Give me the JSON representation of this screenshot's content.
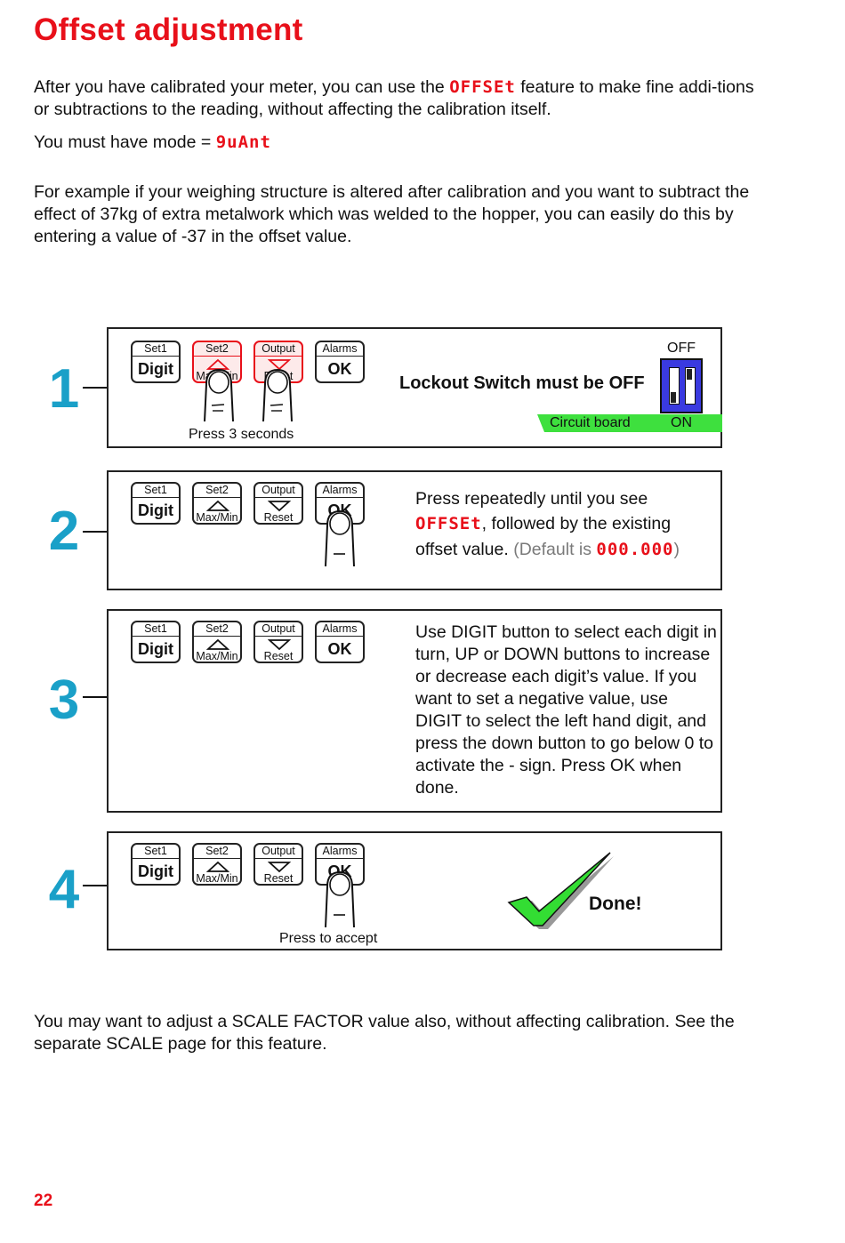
{
  "page": {
    "title": "Offset  adjustment",
    "number": "22"
  },
  "intro": {
    "p1_before": "After you have calibrated your meter, you can use the ",
    "p1_seg": "OFFSEt",
    "p1_after": " feature to make fine addi-tions or subtractions to the reading, without affecting the calibration itself.",
    "p2_before": "You must have mode = ",
    "p2_seg": "9uAnt",
    "p3": "For example if your weighing structure is altered after calibration and you want to subtract the effect of 37kg of extra metalwork which was welded to the hopper, you can easily do this by entering a value of -37 in the offset value."
  },
  "buttons": {
    "digit": {
      "top": "Set1",
      "main": "Digit"
    },
    "up": {
      "top": "Set2",
      "sub": "Max/Min"
    },
    "down": {
      "top": "Output",
      "sub": "Reset"
    },
    "ok": {
      "top": "Alarms",
      "main": "OK"
    }
  },
  "steps": [
    {
      "number": "1",
      "caption": "Press 3 seconds",
      "lockout_text": "Lockout Switch must be OFF",
      "switch_off_label": "OFF",
      "switch_on_label": "ON",
      "circuit_board_label": "Circuit board",
      "colors": {
        "switch": "#3a3ae0",
        "board": "#3ee03e",
        "highlight": "#e8101a"
      }
    },
    {
      "number": "2",
      "text_line1": "Press repeatedly until you see",
      "seg_offset": "OFFSEt",
      "text_line2": ", followed by the existing",
      "text_line3": "offset value. ",
      "default_before": "(Default is ",
      "seg_default": "000.000",
      "default_after": ")"
    },
    {
      "number": "3",
      "text": "Use DIGIT button to select each digit in turn, UP or DOWN buttons to increase or decrease each digit’s value. If you want to set a negative value, use DIGIT to select the left hand digit, and press the down button to go below 0 to activate the - sign. Press OK when done."
    },
    {
      "number": "4",
      "caption": "Press to accept",
      "done_text": "Done!",
      "check_color": "#33dd33"
    }
  ],
  "footer": {
    "text": "You may want to adjust a SCALE FACTOR value also, without affecting calibration. See the separate SCALE page for this feature."
  }
}
